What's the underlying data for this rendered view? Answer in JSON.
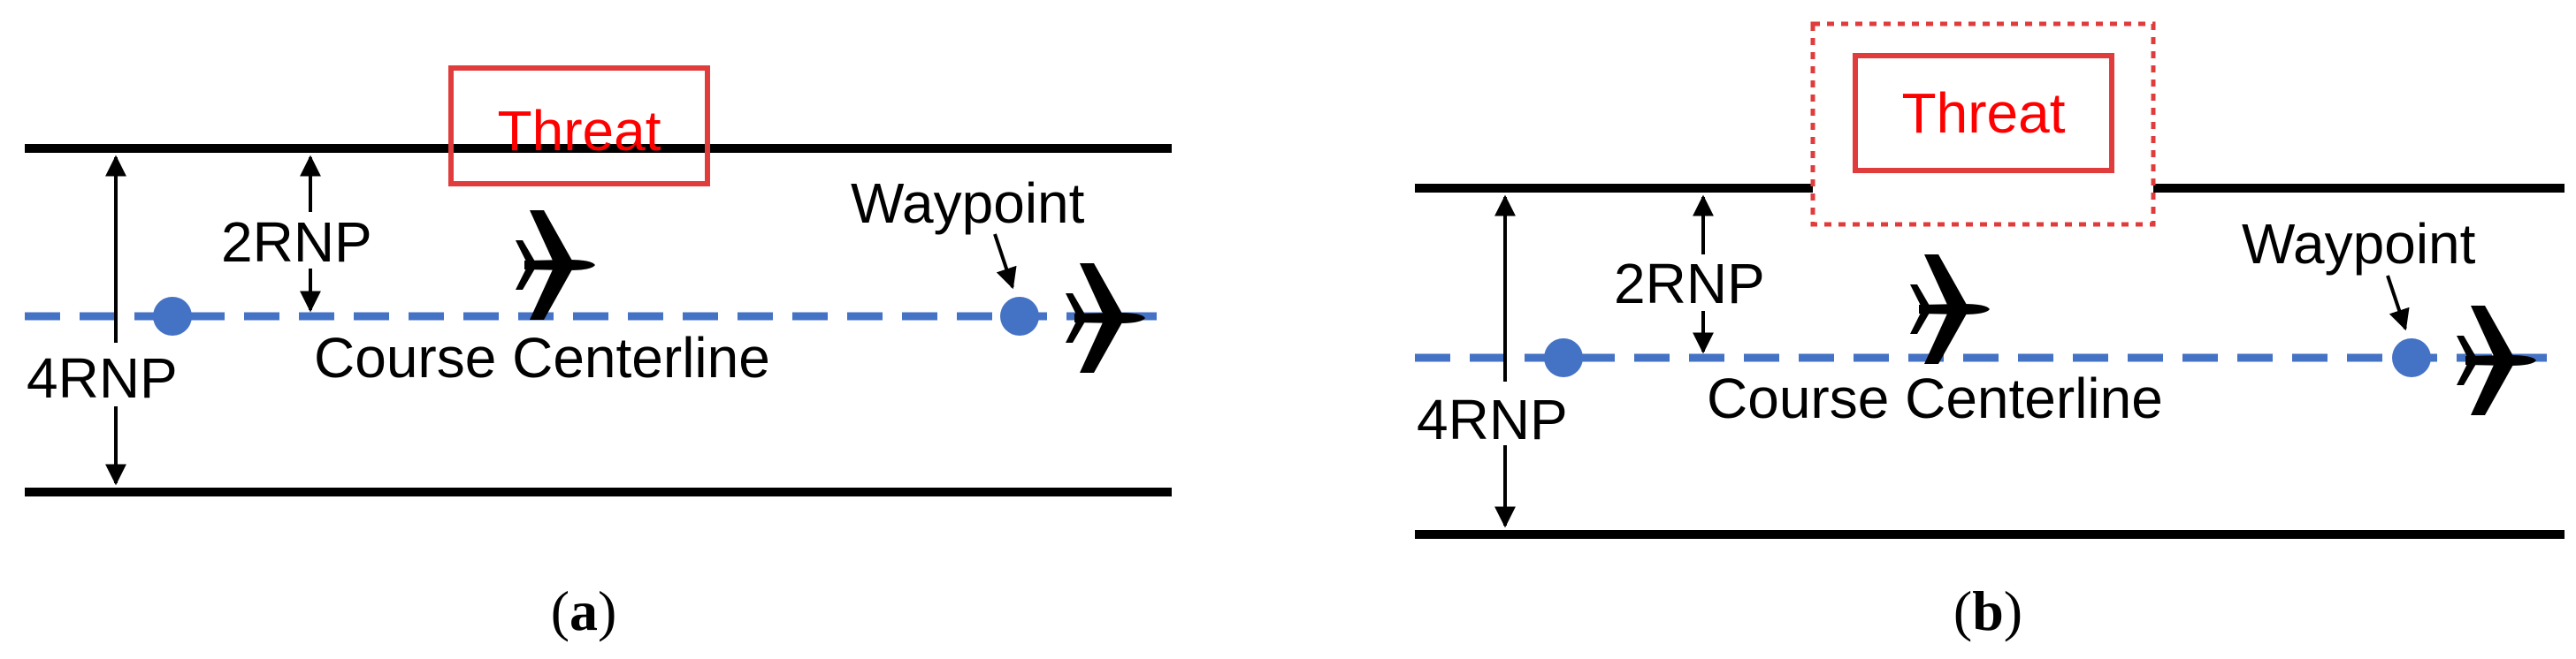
{
  "panels": [
    {
      "id": "a",
      "threat_label": "Threat",
      "threat_border": "solid",
      "half_width_label": "2RNP",
      "full_width_label": "4RNP",
      "waypoint_label": "Waypoint",
      "centerline_label": "Course Centerline",
      "caption_open": "(",
      "caption_letter": "a",
      "caption_close": ")"
    },
    {
      "id": "b",
      "threat_label": "Threat",
      "threat_border": "solid with dotted outer buffer",
      "half_width_label": "2RNP",
      "full_width_label": "4RNP",
      "waypoint_label": "Waypoint",
      "centerline_label": "Course Centerline",
      "caption_open": "(",
      "caption_letter": "b",
      "caption_close": ")"
    }
  ],
  "colors": {
    "boundary": "#000000",
    "centerline": "#4472c4",
    "waypoint_dot": "#4472c4",
    "threat": "#e03c3c",
    "threat_text": "#ff0000",
    "aircraft": "#000000",
    "arrow": "#000000"
  },
  "icons": {
    "aircraft": "airplane-icon",
    "waypoint": "waypoint-dot"
  }
}
